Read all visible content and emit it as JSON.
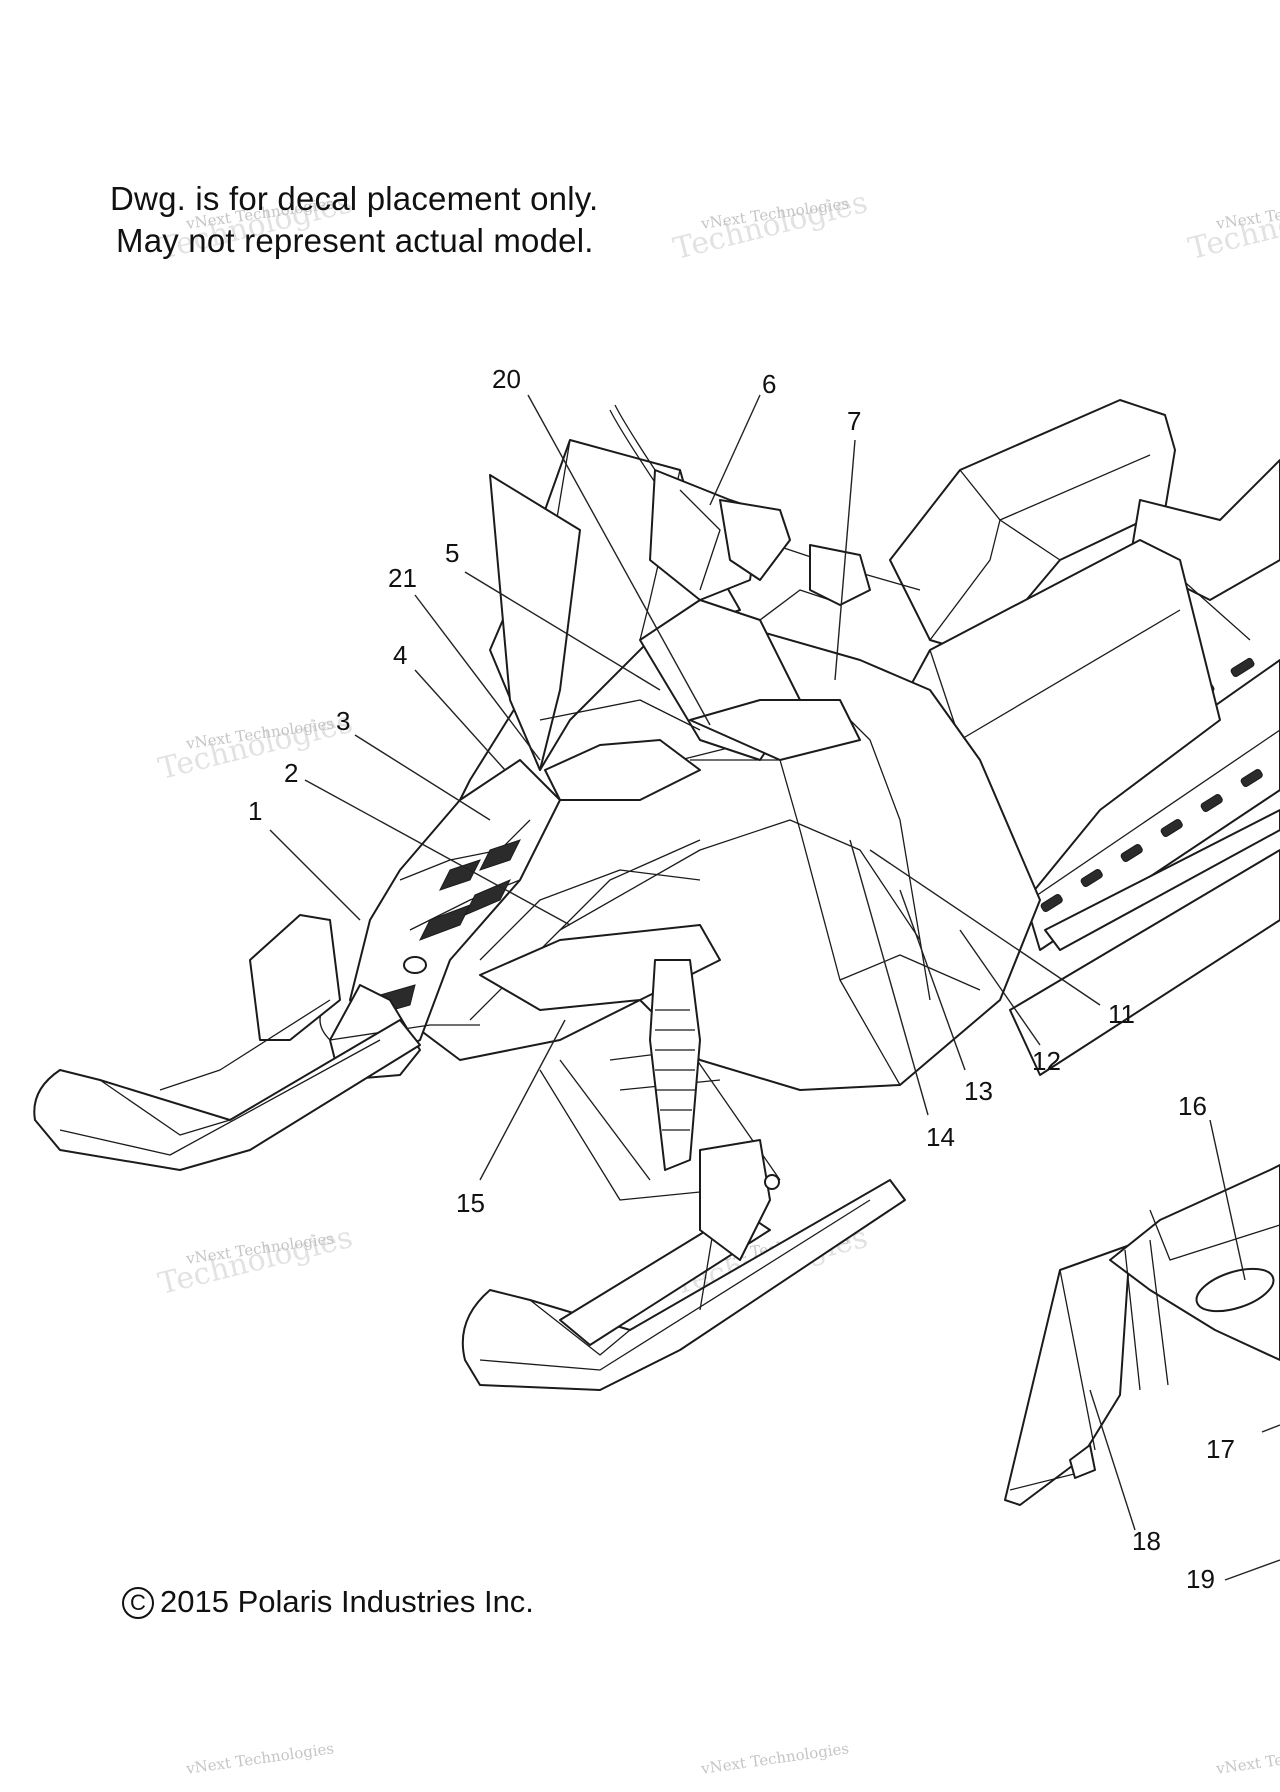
{
  "notes": {
    "line1": "Dwg. is for decal placement only.",
    "line2": "May not represent actual model."
  },
  "copyright": {
    "symbol": "C",
    "text": "2015 Polaris Industries Inc."
  },
  "watermark": {
    "small": "vNext Technologies",
    "large": "Technologies"
  },
  "callouts": [
    "1",
    "2",
    "3",
    "4",
    "5",
    "6",
    "7",
    "11",
    "12",
    "13",
    "14",
    "15",
    "16",
    "17",
    "18",
    "19",
    "20",
    "21"
  ]
}
